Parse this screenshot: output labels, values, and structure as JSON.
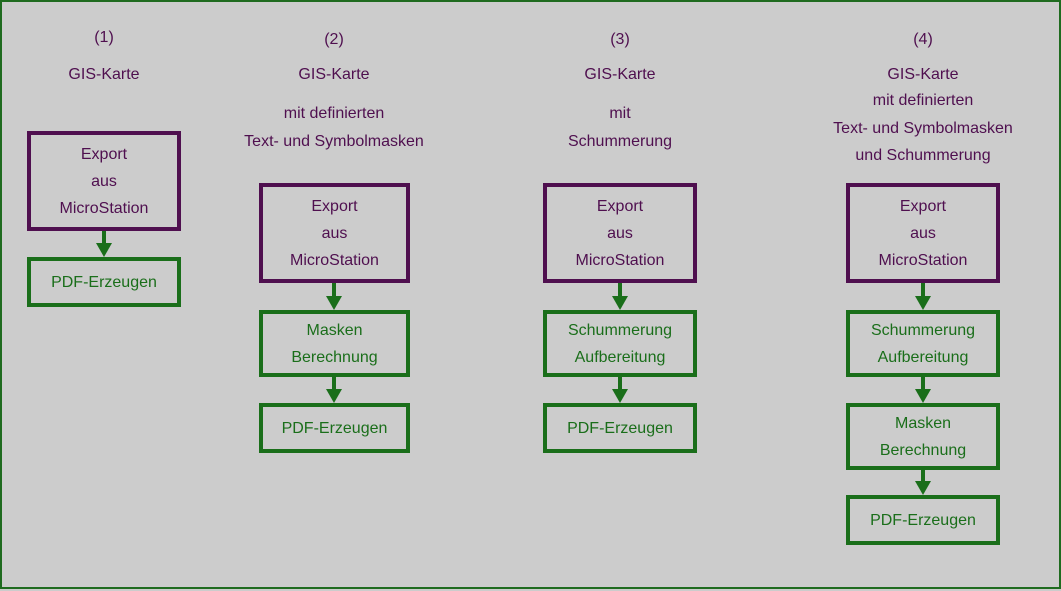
{
  "colors": {
    "background": "#cccccc",
    "purple": "#4f0f4f",
    "green": "#1a6e1a"
  },
  "columns": [
    {
      "number": "(1)",
      "heading": [
        "GIS-Karte"
      ],
      "steps": [
        {
          "lines": [
            "Export",
            "aus",
            "MicroStation"
          ],
          "color": "purple"
        },
        {
          "lines": [
            "PDF-Erzeugen"
          ],
          "color": "green"
        }
      ]
    },
    {
      "number": "(2)",
      "heading": [
        "GIS-Karte",
        "mit definierten",
        "Text- und Symbolmasken"
      ],
      "steps": [
        {
          "lines": [
            "Export",
            "aus",
            "MicroStation"
          ],
          "color": "purple"
        },
        {
          "lines": [
            "Masken",
            "Berechnung"
          ],
          "color": "green"
        },
        {
          "lines": [
            "PDF-Erzeugen"
          ],
          "color": "green"
        }
      ]
    },
    {
      "number": "(3)",
      "heading": [
        "GIS-Karte",
        "mit",
        "Schummerung"
      ],
      "steps": [
        {
          "lines": [
            "Export",
            "aus",
            "MicroStation"
          ],
          "color": "purple"
        },
        {
          "lines": [
            "Schummerung",
            "Aufbereitung"
          ],
          "color": "green"
        },
        {
          "lines": [
            "PDF-Erzeugen"
          ],
          "color": "green"
        }
      ]
    },
    {
      "number": "(4)",
      "heading": [
        "GIS-Karte",
        "mit definierten",
        "Text- und Symbolmasken",
        "und Schummerung"
      ],
      "steps": [
        {
          "lines": [
            "Export",
            "aus",
            "MicroStation"
          ],
          "color": "purple"
        },
        {
          "lines": [
            "Schummerung",
            "Aufbereitung"
          ],
          "color": "green"
        },
        {
          "lines": [
            "Masken",
            "Berechnung"
          ],
          "color": "green"
        },
        {
          "lines": [
            "PDF-Erzeugen"
          ],
          "color": "green"
        }
      ]
    }
  ]
}
